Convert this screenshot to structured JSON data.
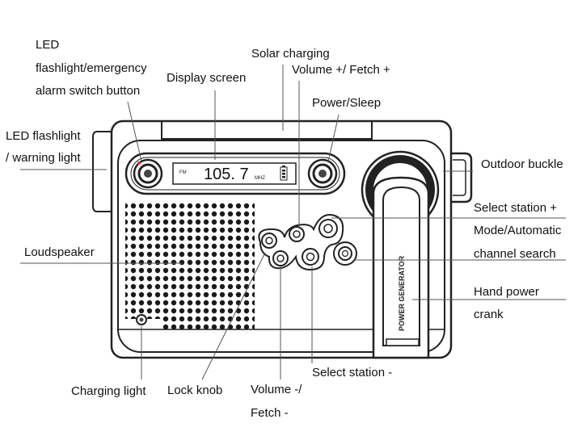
{
  "labels": {
    "led_switch_line1": "LED",
    "led_switch_line2": "flashlight/emergency",
    "led_switch_line3": "alarm switch button",
    "display_screen": "Display screen",
    "solar_charging": "Solar charging",
    "volume_up": "Volume +/ Fetch +",
    "power_sleep": "Power/Sleep",
    "led_flashlight_line1": "LED flashlight",
    "led_flashlight_line2": "/ warning light",
    "outdoor_buckle": "Outdoor buckle",
    "select_station_up": "Select station +",
    "mode_line1": "Mode/Automatic",
    "mode_line2": "channel search",
    "loudspeaker": "Loudspeaker",
    "hand_crank_line1": "Hand power",
    "hand_crank_line2": "crank",
    "charging_light": "Charging light",
    "lock_knob": "Lock knob",
    "volume_down_line1": "Volume -/",
    "volume_down_line2": "Fetch -",
    "select_station_down": "Select station -"
  },
  "display": {
    "band": "FM",
    "frequency": "105. 7",
    "unit": "MHZ"
  },
  "crank_text": "POWER GENERATOR"
}
